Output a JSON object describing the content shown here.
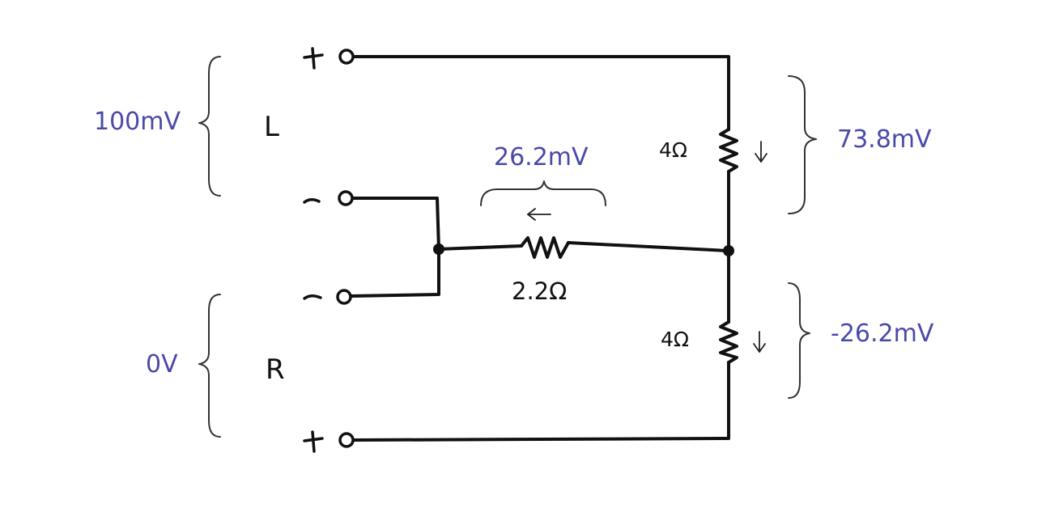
{
  "channels": {
    "left": "L",
    "right": "R"
  },
  "voltages": {
    "left_input": "100mV",
    "right_input": "0V",
    "upper_resistor": "73.8mV",
    "lower_resistor": "-26.2mV",
    "shared_resistor": "26.2mV"
  },
  "resistors": {
    "upper": "4Ω",
    "lower": "4Ω",
    "shared": "2.2Ω"
  },
  "icons": {
    "down_arrow": "arrow-down-icon",
    "left_arrow": "arrow-left-icon",
    "terminal": "terminal-icon"
  },
  "colors": {
    "voltage_label": "#4a4aa8",
    "wire": "#111111"
  }
}
